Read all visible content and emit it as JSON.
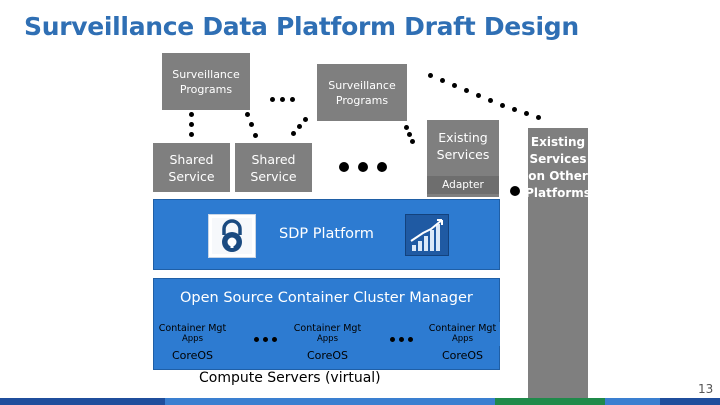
{
  "title": "Surveillance Data Platform Draft Design",
  "boxes": {
    "surveillance_programs_1": "Surveillance Programs",
    "surveillance_programs_2": "Surveillance Programs",
    "shared_service_1": "Shared Service",
    "shared_service_2": "Shared Service",
    "existing_services": "Existing Services",
    "adapter": "Adapter",
    "existing_services_other": "Existing Services on Other Platforms"
  },
  "sdp_platform": "SDP Platform",
  "cluster_manager": "Open Source Container Cluster Manager",
  "nodes": [
    {
      "mgt": "Container Mgt",
      "apps": "Apps",
      "os": "CoreOS"
    },
    {
      "mgt": "Container Mgt",
      "apps": "Apps",
      "os": "CoreOS"
    },
    {
      "mgt": "Container Mgt",
      "apps": "Apps",
      "os": "CoreOS"
    }
  ],
  "compute_servers": "Compute Servers (virtual)",
  "page_number": "13",
  "icons": [
    "padlock-icon",
    "bar-chart-icon"
  ],
  "colors": {
    "title": "#2f6fb4",
    "gray_box": "#7f7f7f",
    "platform_blue": "#2d7bd1",
    "footer": [
      "#1f4e9c",
      "#3a7fd0",
      "#1f8a4a",
      "#3a7fd0",
      "#1f4e9c"
    ]
  }
}
